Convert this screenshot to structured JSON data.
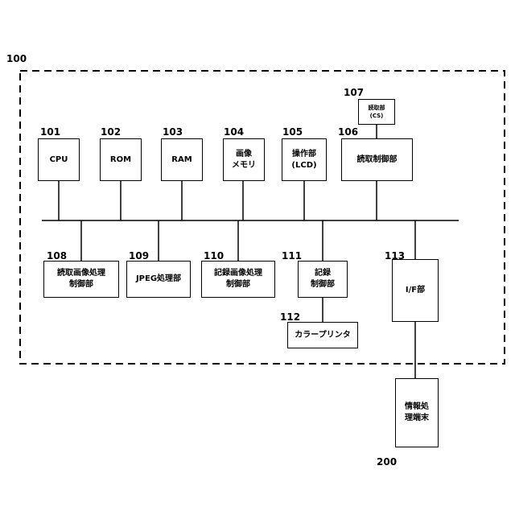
{
  "system_ref": "100",
  "terminal_ref": "200",
  "blocks": {
    "cpu": {
      "ref": "101",
      "label": "CPU"
    },
    "rom": {
      "ref": "102",
      "label": "ROM"
    },
    "ram": {
      "ref": "103",
      "label": "RAM"
    },
    "image_memory": {
      "ref": "104",
      "label": "画像\nメモリ"
    },
    "operation": {
      "ref": "105",
      "label": "操作部\n(LCD)"
    },
    "read_control": {
      "ref": "106",
      "label": "読取制御部"
    },
    "reader": {
      "ref": "107",
      "label": "読取部\n(CS)"
    },
    "read_image_proc": {
      "ref": "108",
      "label": "読取画像処理\n制御部"
    },
    "jpeg": {
      "ref": "109",
      "label": "JPEG処理部"
    },
    "record_image_proc": {
      "ref": "110",
      "label": "記録画像処理\n制御部"
    },
    "record_control": {
      "ref": "111",
      "label": "記録\n制御部"
    },
    "printer": {
      "ref": "112",
      "label": "カラープリンタ"
    },
    "if": {
      "ref": "113",
      "label": "I/F部"
    },
    "terminal": {
      "label": "情報処\n理端末"
    }
  }
}
